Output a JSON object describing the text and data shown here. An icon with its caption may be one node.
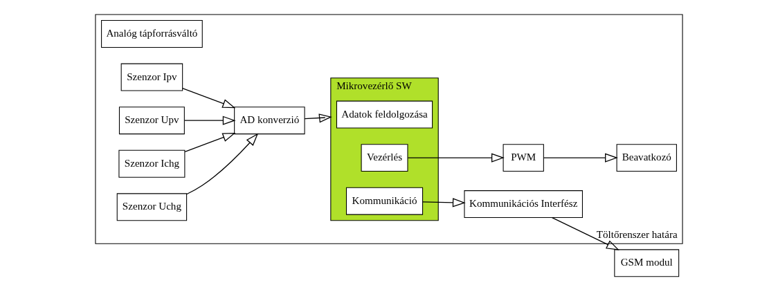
{
  "diagram": {
    "nodes": [
      {
        "text": [
          "Töltőrenszer határa"
        ]
      },
      {
        "text": [
          "Analóg tápforrásváltó"
        ],
        "in": 0
      },
      {
        "text": [
          "Szenzor Ipv"
        ],
        "in": 0
      },
      {
        "text": [
          "Szenzor Upv"
        ],
        "in": 0
      },
      {
        "text": [
          "Szenzor Ichg"
        ],
        "in": 0
      },
      {
        "text": [
          "Szenzor Uchg"
        ],
        "in": 0
      },
      {
        "text": [
          "AD konverzió"
        ],
        "in": 0
      },
      {
        "text": [
          "Mikrovezérlő SW"
        ],
        "in": 0
      },
      {
        "text": [
          "Adatok feldolgozása"
        ],
        "in": 7
      },
      {
        "text": [
          "Kommunikáció"
        ],
        "in": 7
      },
      {
        "text": [
          "Vezérlés"
        ],
        "in": 7
      },
      {
        "text": [
          "Kommunikációs Interfész"
        ],
        "in": 0
      },
      {
        "text": [
          "PWM"
        ],
        "in": 0
      },
      {
        "text": [
          "GSM modul"
        ]
      },
      {
        "text": [
          "Beavatkozó"
        ],
        "in": 0
      }
    ],
    "edges": [
      {
        "from": 2,
        "to": 6,
        "arrow": "to"
      },
      {
        "from": 3,
        "to": 6,
        "arrow": "to"
      },
      {
        "from": 4,
        "to": 6,
        "arrow": "to"
      },
      {
        "from": 5,
        "to": 6,
        "arrow": "to"
      },
      {
        "from": 6,
        "to": 7,
        "arrow": "to"
      },
      {
        "from": 9,
        "to": 11,
        "arrow": "to"
      },
      {
        "from": 11,
        "to": 13,
        "arrow": "to"
      },
      {
        "from": 10,
        "to": 12,
        "arrow": "to"
      },
      {
        "from": 12,
        "to": 14,
        "arrow": "to"
      }
    ]
  }
}
